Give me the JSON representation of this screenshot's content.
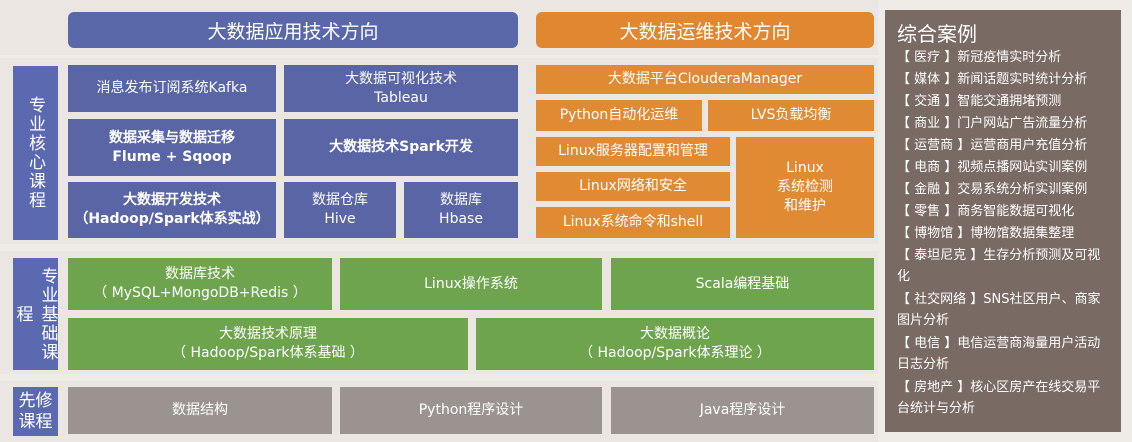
{
  "headers": {
    "app_dir": "大数据应用技术方向",
    "ops_dir": "大数据运维技术方向"
  },
  "sections": {
    "core": "专业核心课程",
    "foundation": "专业基础课程",
    "prereq_line1": "先修",
    "prereq_line2": "课程"
  },
  "core_app": {
    "kafka": "消息发布订阅系统Kafka",
    "viz_line1": "大数据可视化技术",
    "viz_line2": "Tableau",
    "collect_line1": "数据采集与数据迁移",
    "collect_line2": "Flume + Sqoop",
    "spark": "大数据技术Spark开发",
    "dev_line1": "大数据开发技术",
    "dev_line2": "（Hadoop/Spark体系实战）",
    "hive_line1": "数据仓库",
    "hive_line2": "Hive",
    "hbase_line1": "数据库",
    "hbase_line2": "Hbase"
  },
  "core_ops": {
    "cloudera": "大数据平台ClouderaManager",
    "python_ops": "Python自动化运维",
    "lvs": "LVS负载均衡",
    "server_cfg": "Linux服务器配置和管理",
    "monitor_line1": "Linux",
    "monitor_line2": "系统检测",
    "monitor_line3": "和维护",
    "net_sec": "Linux网络和安全",
    "shell": "Linux系统命令和shell"
  },
  "foundation": {
    "db_line1": "数据库技术",
    "db_line2": "（ MySQL+MongoDB+Redis ）",
    "linux_os": "Linux操作系统",
    "scala": "Scala编程基础",
    "principle_line1": "大数据技术原理",
    "principle_line2": "（ Hadoop/Spark体系基础 ）",
    "intro_line1": "大数据概论",
    "intro_line2": "（ Hadoop/Spark体系理论 ）"
  },
  "prereq": {
    "ds": "数据结构",
    "python": "Python程序设计",
    "java": "Java程序设计"
  },
  "cases": {
    "title": "综合案例",
    "items": [
      "【 医疗 】新冠疫情实时分析",
      "【 媒体 】新闻话题实时统计分析",
      "【 交通 】智能交通拥堵预测",
      "【 商业 】门户网站广告流量分析",
      "【 运营商 】运营商用户充值分析",
      "【 电商 】视频点播网站实训案例",
      "【 金融 】交易系统分析实训案例",
      "【 零售 】商务智能数据可视化",
      "【 博物馆 】博物馆数据集整理",
      "【 泰坦尼克 】生存分析预测及可视化",
      "【 社交网络 】SNS社区用户、商家图片分析",
      "【 电信 】电信运营商海量用户活动日志分析",
      "【 房地产 】核心区房产在线交易平台统计与分析"
    ]
  },
  "colors": {
    "app_blue": "#5965a4",
    "ops_orange": "#e08a34",
    "foundation_green": "#6fa44f",
    "prereq_gray": "#9b938f",
    "case_brown": "#796a63"
  }
}
